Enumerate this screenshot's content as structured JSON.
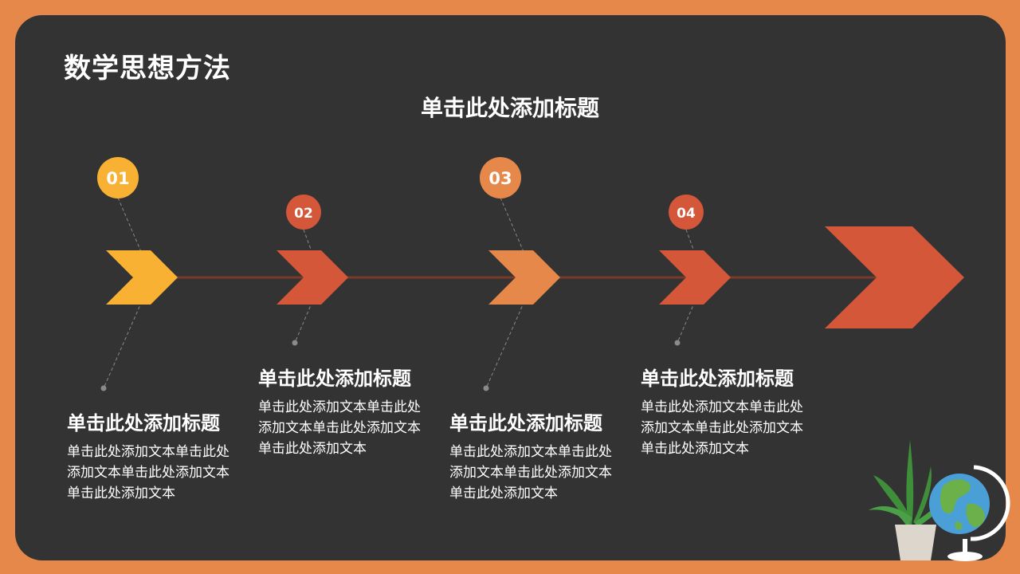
{
  "slide": {
    "title": "数学思想方法",
    "subtitle": "单击此处添加标题"
  },
  "colors": {
    "border": "#e5884a",
    "board": "#333333",
    "step1": "#f8b133",
    "step2": "#d4573a",
    "step3": "#e5884a",
    "step4": "#d4573a",
    "big_arrow": "#d4573a"
  },
  "steps": [
    {
      "number": "01",
      "title": "单击此处添加标题",
      "body": "单击此处添加文本单击此处添加文本单击此处添加文本单击此处添加文本"
    },
    {
      "number": "02",
      "title": "单击此处添加标题",
      "body": "单击此处添加文本单击此处添加文本单击此处添加文本单击此处添加文本"
    },
    {
      "number": "03",
      "title": "单击此处添加标题",
      "body": "单击此处添加文本单击此处添加文本单击此处添加文本单击此处添加文本"
    },
    {
      "number": "04",
      "title": "单击此处添加标题",
      "body": "单击此处添加文本单击此处添加文本单击此处添加文本单击此处添加文本"
    }
  ],
  "decorations": [
    "plant-icon",
    "globe-icon"
  ]
}
